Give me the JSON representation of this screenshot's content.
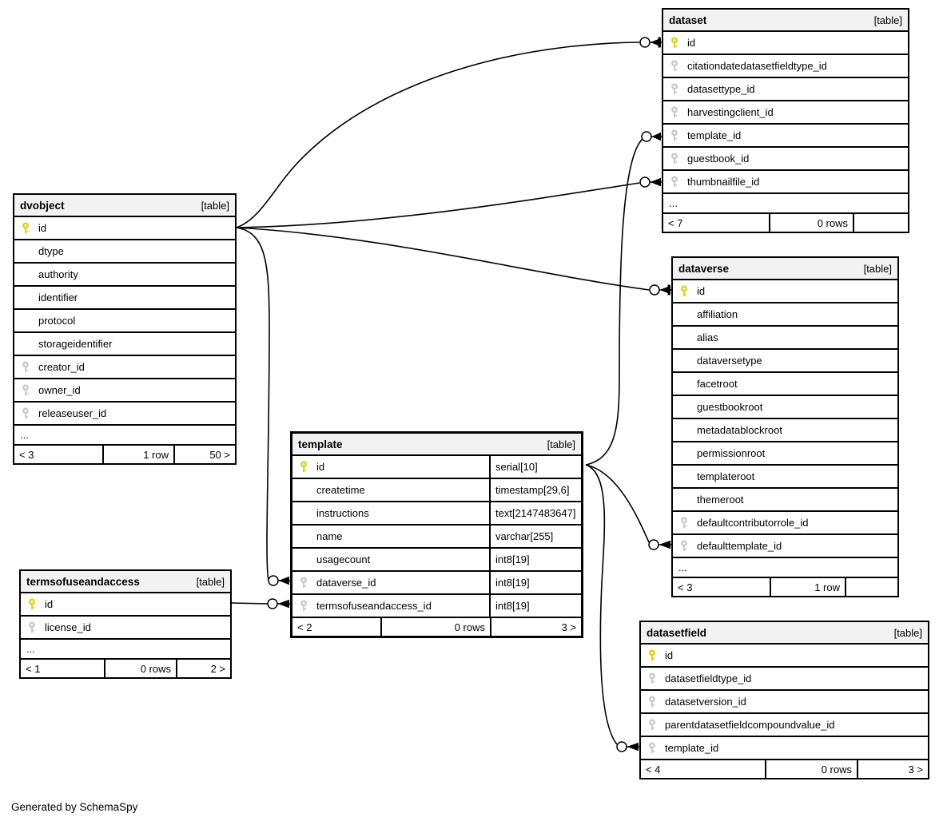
{
  "diagram": {
    "generator_note": "Generated by SchemaSpy",
    "colors": {
      "primary_key": "#d4d411",
      "foreign_key": "#c9c9c9",
      "header_bg": "#f2f2f2",
      "line": "#000000"
    },
    "tables": [
      {
        "id": "dataset",
        "name": "dataset",
        "tag": "[table]",
        "emphasis": false,
        "ellipsis": true,
        "columns": [
          {
            "name": "id",
            "key": "pk"
          },
          {
            "name": "citationdatedatasetfieldtype_id",
            "key": "fk"
          },
          {
            "name": "datasettype_id",
            "key": "fk"
          },
          {
            "name": "harvestingclient_id",
            "key": "fk"
          },
          {
            "name": "template_id",
            "key": "fk"
          },
          {
            "name": "guestbook_id",
            "key": "fk"
          },
          {
            "name": "thumbnailfile_id",
            "key": "fk"
          }
        ],
        "footer": {
          "parents": "< 7",
          "rows": "0 rows",
          "children": ""
        }
      },
      {
        "id": "dvobject",
        "name": "dvobject",
        "tag": "[table]",
        "emphasis": false,
        "ellipsis": true,
        "columns": [
          {
            "name": "id",
            "key": "pk"
          },
          {
            "name": "dtype",
            "key": null
          },
          {
            "name": "authority",
            "key": null
          },
          {
            "name": "identifier",
            "key": null
          },
          {
            "name": "protocol",
            "key": null
          },
          {
            "name": "storageidentifier",
            "key": null
          },
          {
            "name": "creator_id",
            "key": "fk"
          },
          {
            "name": "owner_id",
            "key": "fk"
          },
          {
            "name": "releaseuser_id",
            "key": "fk"
          }
        ],
        "footer": {
          "parents": "< 3",
          "rows": "1 row",
          "children": "50 >"
        }
      },
      {
        "id": "dataverse",
        "name": "dataverse",
        "tag": "[table]",
        "emphasis": false,
        "ellipsis": true,
        "columns": [
          {
            "name": "id",
            "key": "pk"
          },
          {
            "name": "affiliation",
            "key": null
          },
          {
            "name": "alias",
            "key": null
          },
          {
            "name": "dataversetype",
            "key": null
          },
          {
            "name": "facetroot",
            "key": null
          },
          {
            "name": "guestbookroot",
            "key": null
          },
          {
            "name": "metadatablockroot",
            "key": null
          },
          {
            "name": "permissionroot",
            "key": null
          },
          {
            "name": "templateroot",
            "key": null
          },
          {
            "name": "themeroot",
            "key": null
          },
          {
            "name": "defaultcontributorrole_id",
            "key": "fk"
          },
          {
            "name": "defaulttemplate_id",
            "key": "fk"
          }
        ],
        "footer": {
          "parents": "< 3",
          "rows": "1 row",
          "children": ""
        }
      },
      {
        "id": "template",
        "name": "template",
        "tag": "[table]",
        "emphasis": true,
        "ellipsis": false,
        "columns": [
          {
            "name": "id",
            "key": "pk",
            "type": "serial[10]"
          },
          {
            "name": "createtime",
            "key": null,
            "type": "timestamp[29,6]"
          },
          {
            "name": "instructions",
            "key": null,
            "type": "text[2147483647]"
          },
          {
            "name": "name",
            "key": null,
            "type": "varchar[255]"
          },
          {
            "name": "usagecount",
            "key": null,
            "type": "int8[19]"
          },
          {
            "name": "dataverse_id",
            "key": "fk",
            "type": "int8[19]"
          },
          {
            "name": "termsofuseandaccess_id",
            "key": "fk",
            "type": "int8[19]"
          }
        ],
        "footer": {
          "parents": "< 2",
          "rows": "0 rows",
          "children": "3 >"
        }
      },
      {
        "id": "termsofuseandaccess",
        "name": "termsofuseandaccess",
        "tag": "[table]",
        "emphasis": false,
        "ellipsis": true,
        "columns": [
          {
            "name": "id",
            "key": "pk"
          },
          {
            "name": "license_id",
            "key": "fk"
          }
        ],
        "footer": {
          "parents": "< 1",
          "rows": "0 rows",
          "children": "2 >"
        }
      },
      {
        "id": "datasetfield",
        "name": "datasetfield",
        "tag": "[table]",
        "emphasis": false,
        "ellipsis": false,
        "columns": [
          {
            "name": "id",
            "key": "pk"
          },
          {
            "name": "datasetfieldtype_id",
            "key": "fk"
          },
          {
            "name": "datasetversion_id",
            "key": "fk"
          },
          {
            "name": "parentdatasetfieldcompoundvalue_id",
            "key": "fk"
          },
          {
            "name": "template_id",
            "key": "fk"
          }
        ],
        "footer": {
          "parents": "< 4",
          "rows": "0 rows",
          "children": "3 >"
        }
      }
    ],
    "edges": [
      {
        "from": "dvobject.id",
        "to": "dataset.id"
      },
      {
        "from": "dvobject.id",
        "to": "dataset.thumbnailfile_id"
      },
      {
        "from": "dvobject.id",
        "to": "dataverse.id"
      },
      {
        "from": "dvobject.id",
        "to": "template.dataverse_id"
      },
      {
        "from": "template.id",
        "to": "dataset.template_id"
      },
      {
        "from": "template.id",
        "to": "dataverse.defaulttemplate_id"
      },
      {
        "from": "template.id",
        "to": "datasetfield.template_id"
      },
      {
        "from": "termsofuseandaccess.id",
        "to": "template.termsofuseandaccess_id"
      }
    ]
  }
}
